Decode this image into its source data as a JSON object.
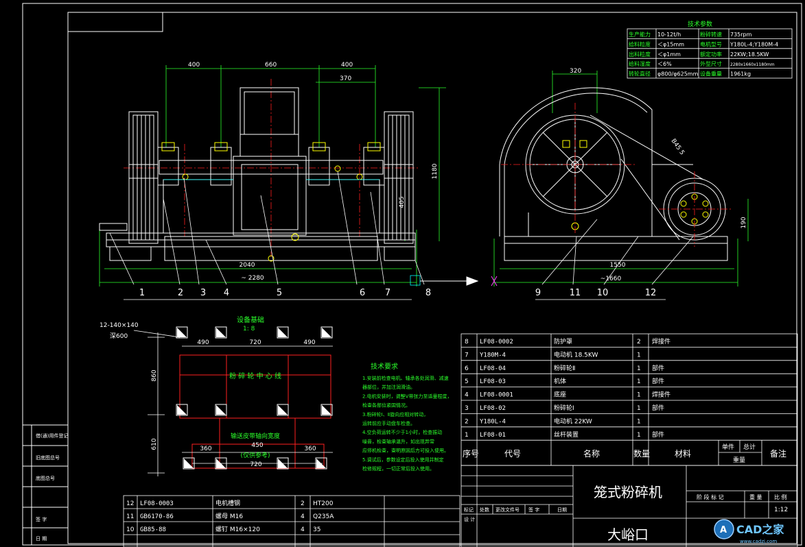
{
  "colors": {
    "background": "#000000",
    "frame": "#ffffff",
    "dimension": "#2bff2b",
    "outline": "#ffffff",
    "centerline": "#ff2020",
    "accent_yellow": "#ffff00",
    "accent_cyan": "#00ffff",
    "accent_magenta": "#ff40ff"
  },
  "tech_params": {
    "title": "技术参数",
    "rows": [
      {
        "k1": "生产能力",
        "v1": "10-12t/h",
        "k2": "粉碎转速",
        "v2": "735rpm"
      },
      {
        "k1": "给料粒度",
        "v1": "＜φ15mm",
        "k2": "电机型号",
        "v2": "Y180L-4;Y180M-4"
      },
      {
        "k1": "出料粒度",
        "v1": "＜φ1mm",
        "k2": "额定功率",
        "v2": "22KW;18.5KW"
      },
      {
        "k1": "给料湿度",
        "v1": "＜6%",
        "k2": "外型尺寸",
        "v2": "2280x1660x1180mm"
      },
      {
        "k1": "转轮直径",
        "v1": "φ800/φ625mm",
        "k2": "设备重量",
        "v2": "1961kg"
      }
    ]
  },
  "front_view": {
    "dims": {
      "top_left": "400",
      "top_mid": "660",
      "top_right": "400",
      "inner": "370",
      "height": "1180",
      "small_h": "405",
      "base": "2040",
      "overall": "~ 2280"
    },
    "callouts": [
      "1",
      "2",
      "3",
      "4",
      "5",
      "6",
      "7",
      "8"
    ]
  },
  "side_view": {
    "dims": {
      "top": "320",
      "belt": "B45 5",
      "motor_h": "190",
      "base": "1550",
      "overall": "~1660"
    },
    "callouts": [
      "9",
      "11",
      "10",
      "12"
    ]
  },
  "foundation": {
    "title": "设备基础",
    "scale": "1: 8",
    "anchor_label": "12-140×140",
    "depth_label": "深600",
    "top_dims": [
      "490",
      "720",
      "490"
    ],
    "center_label": "粉 碎 轮 中 心 线",
    "left_dims": [
      "860",
      "610"
    ],
    "conveyor_label": "输送皮带轴向宽度",
    "conveyor_note": "(仅供参考)",
    "conveyor_width": "450",
    "bottom_dims": [
      "360",
      "360"
    ],
    "bottom_width": "720"
  },
  "tech_requirements": {
    "title": "技术要求",
    "lines": [
      "1.安装前检查电机、轴承各处润滑、减速",
      "器部位，并加注润滑油。",
      "2.电机安装时，调整V带张力至适量程度，",
      "检查各部位紧固情况。",
      "3.粉碎轮Ⅰ、Ⅱ旋向应相对转动，",
      "运转前应手动盘车检查。",
      "4.空负荷运转不少于1小时，检查振动",
      "噪音，检查轴承温升，如出现异常",
      "应停机检查，查明原因后方可投入使用。",
      "5.调试后，参数设定后投入使用并制定",
      "检修规程，一切正常后投入使用。"
    ]
  },
  "bom": [
    {
      "no": "8",
      "code": "LF08-0002",
      "name": "防护罩",
      "qty": "2",
      "mat": "焊接件"
    },
    {
      "no": "7",
      "code": "Y180M-4",
      "name": "电动机  18.5KW",
      "qty": "1",
      "mat": ""
    },
    {
      "no": "6",
      "code": "LF08-04",
      "name": "粉碎轮Ⅱ",
      "qty": "1",
      "mat": "部件"
    },
    {
      "no": "5",
      "code": "LF08-03",
      "name": "机体",
      "qty": "1",
      "mat": "部件"
    },
    {
      "no": "4",
      "code": "LF08-0001",
      "name": "底座",
      "qty": "1",
      "mat": "焊接件"
    },
    {
      "no": "3",
      "code": "LF08-02",
      "name": "粉碎轮Ⅰ",
      "qty": "1",
      "mat": "部件"
    },
    {
      "no": "2",
      "code": "Y180L-4",
      "name": "电动机  22KW",
      "qty": "1",
      "mat": ""
    },
    {
      "no": "1",
      "code": "LF08-01",
      "name": "丝杆装置",
      "qty": "1",
      "mat": "部件"
    }
  ],
  "bom_header": {
    "no": "序号",
    "code": "代号",
    "name": "名称",
    "qty": "数量",
    "mat": "材料",
    "unit": "单件",
    "total": "总计",
    "weight": "重量",
    "remark": "备注"
  },
  "bom_lower": [
    {
      "no": "12",
      "code": "LF08-0003",
      "name": "电机槽钢",
      "qty": "2",
      "mat": "HT200"
    },
    {
      "no": "11",
      "code": "GB6170-86",
      "name": "螺母  M16",
      "qty": "4",
      "mat": "Q235A"
    },
    {
      "no": "10",
      "code": "GB85-88",
      "name": "螺钉  M16×120",
      "qty": "4",
      "mat": "35"
    }
  ],
  "title_block": {
    "title": "笼式粉碎机",
    "company": "大峪口",
    "stage_mark": "阶 段 标 记",
    "weight": "重 量",
    "ratio_label": "比 例",
    "ratio": "1:12",
    "row_headers": [
      "标记",
      "处数",
      "更改文件号",
      "签 字",
      "日期"
    ],
    "design": "设 计"
  },
  "left_strip": {
    "labels": [
      "借(通)用件登记",
      "旧底图总号",
      "底图总号",
      "签 字",
      "日 期"
    ]
  },
  "watermark": {
    "text": "CAD之家",
    "url": "www.cadzj.com"
  }
}
